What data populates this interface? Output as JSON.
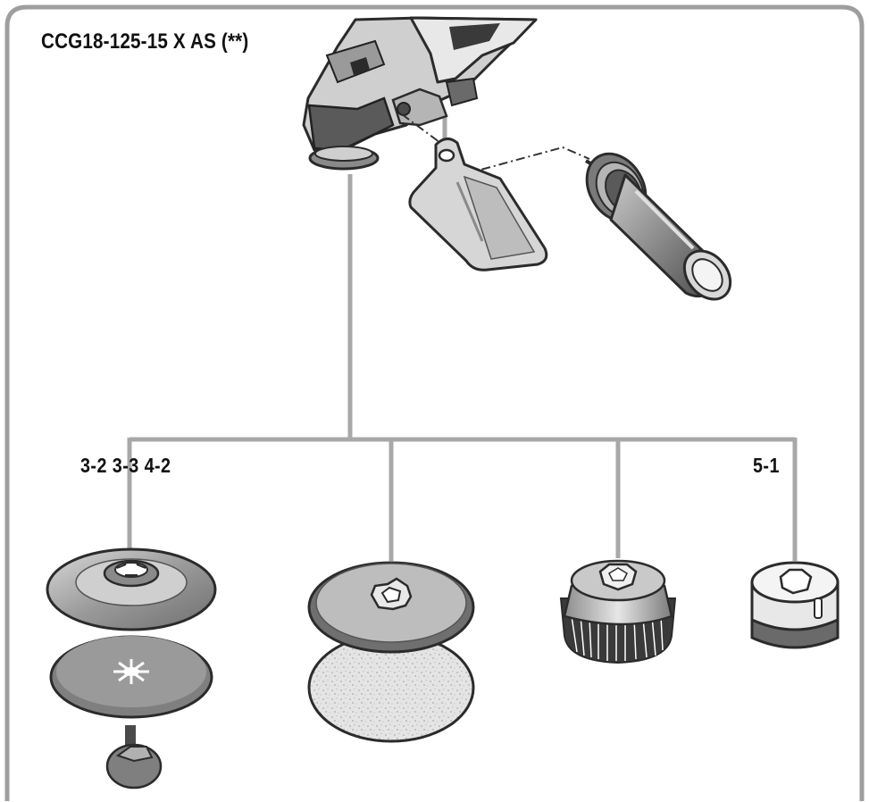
{
  "diagram": {
    "model": "CCG18-125-15 X AS (**)",
    "refs_left": "3-2 3-3 4-2",
    "refs_right": "5-1"
  },
  "colors": {
    "frame": "#9e9e9e",
    "connector": "#a8a8a8",
    "tool_body": "#bdbdbd",
    "tool_dark": "#3a3a3a"
  },
  "icons": {
    "angle_grinder": "grinder-head-icon",
    "protective_guard": "guard-plate-icon",
    "auxiliary_handle": "side-handle-icon",
    "grinding_disc_set": "disc-flange-set-icon",
    "sanding_backing_pad": "backing-pad-icon",
    "cup_wire_brush": "cup-brush-icon",
    "diamond_core_bit": "core-bit-icon"
  }
}
